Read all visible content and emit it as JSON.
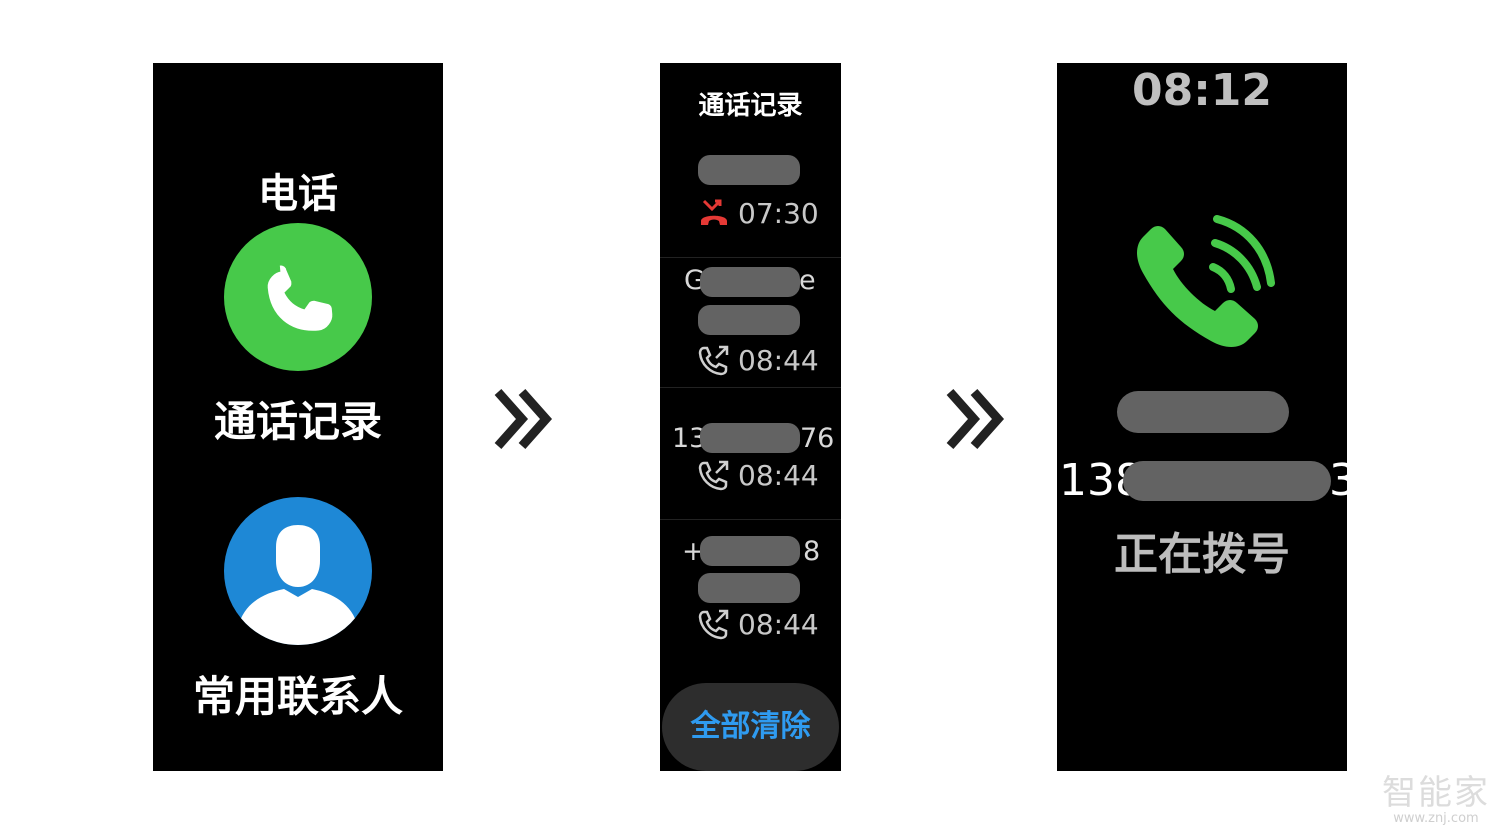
{
  "screen1": {
    "title": "电话",
    "call_log_label": "通话记录",
    "contacts_label": "常用联系人",
    "phone_icon": "phone-icon",
    "contact_icon": "person-icon",
    "green": "#47c94a",
    "blue": "#1e88d6"
  },
  "screen2": {
    "title": "通话记录",
    "entries": [
      {
        "time": "07:30",
        "type": "missed",
        "prefix": "",
        "suffix": ""
      },
      {
        "time": "08:44",
        "type": "outgoing",
        "prefix": "G",
        "suffix": "e"
      },
      {
        "time": "08:44",
        "type": "outgoing",
        "prefix": "13",
        "suffix": "76"
      },
      {
        "time": "08:44",
        "type": "outgoing",
        "prefix": "+",
        "suffix": "8"
      }
    ],
    "clear_button": "全部清除",
    "missed_color": "#e53935",
    "accent": "#2f9bf0"
  },
  "screen3": {
    "clock": "08:12",
    "number_prefix": "138",
    "number_suffix": "3",
    "status": "正在拨号",
    "calling_icon": "calling-phone-icon"
  },
  "watermark": {
    "brand": "智能家",
    "url": "www.znj.com"
  }
}
